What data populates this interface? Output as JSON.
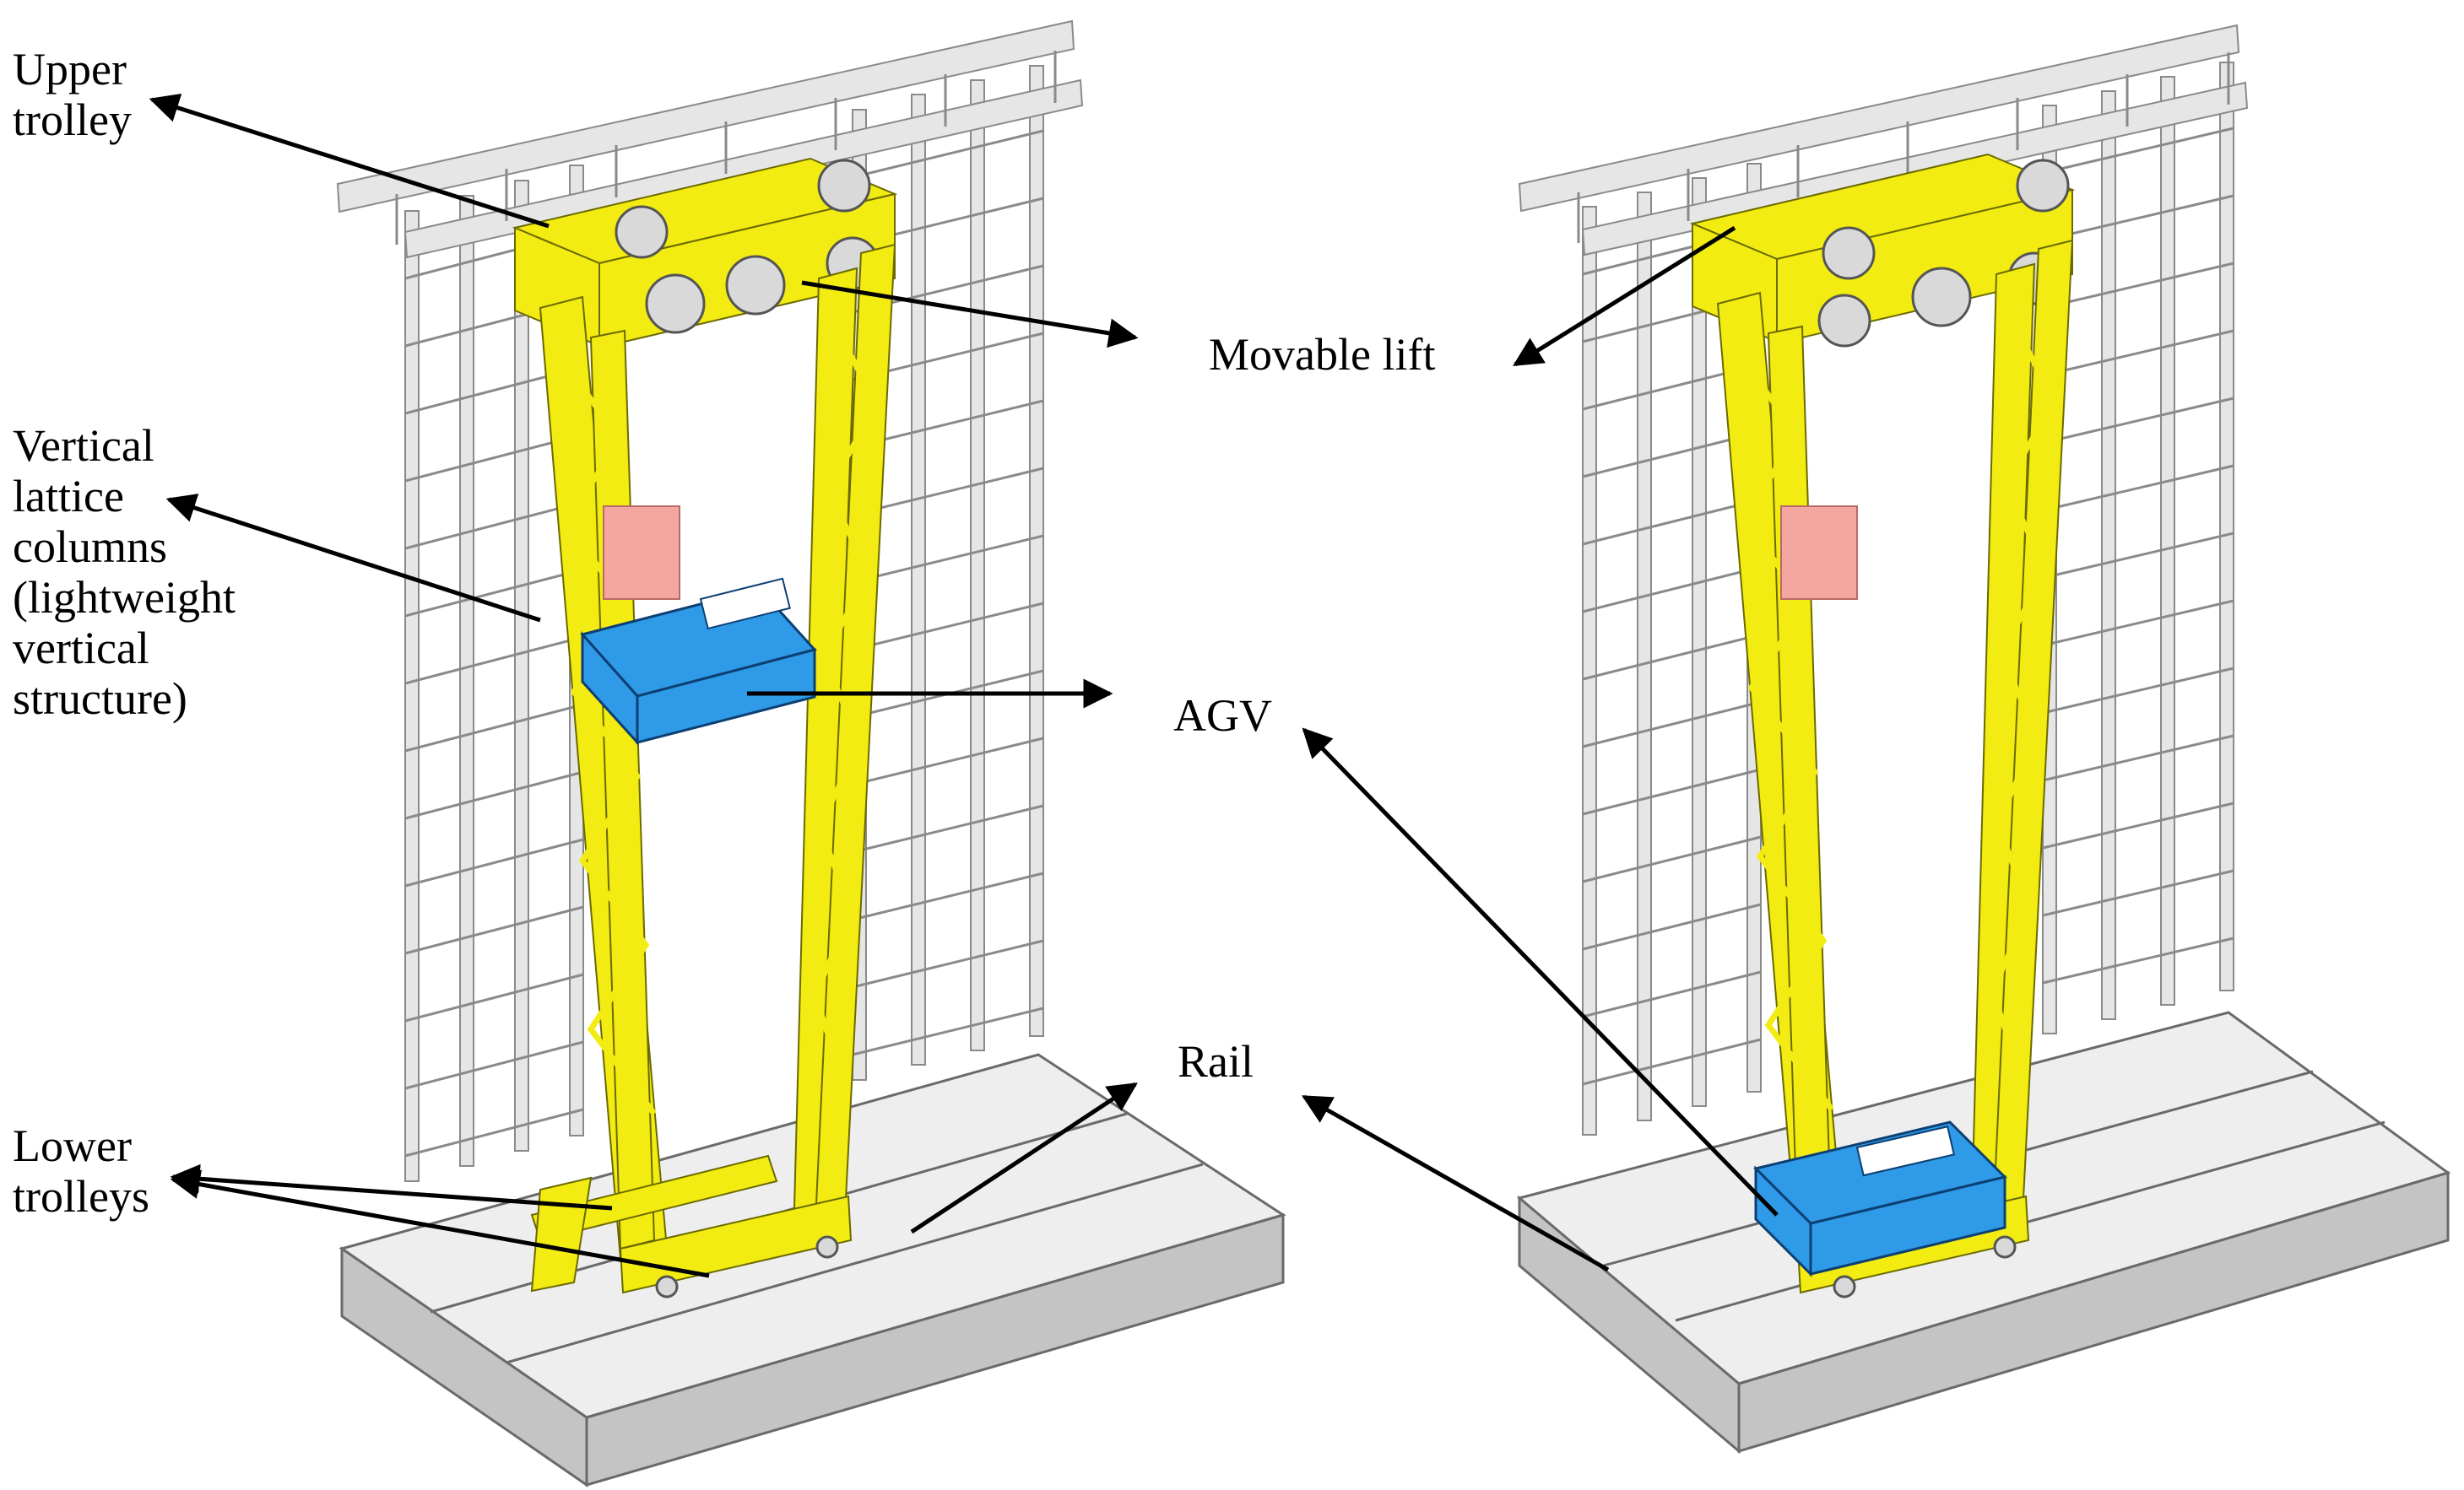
{
  "labels": {
    "upper_trolley": [
      "Upper",
      "trolley"
    ],
    "vertical_columns": [
      "Vertical",
      "lattice",
      "columns",
      "(lightweight",
      "vertical",
      "structure)"
    ],
    "lower_trolleys": [
      "Lower",
      "trolleys"
    ],
    "movable_lift": "Movable lift",
    "agv": "AGV",
    "rail": "Rail"
  },
  "colors": {
    "lift_frame": "#f2ec12",
    "lift_outline": "#6b6a00",
    "rack": "#e6e6e6",
    "rack_outline": "#8a8a8a",
    "agv": "#2f9be8",
    "agv_outline": "#0d3f73",
    "load": "#f4a7a0",
    "base_top": "#eeeeee",
    "base_front": "#c4c4c4",
    "base_outline": "#6a6a6a",
    "arrow": "#000000"
  }
}
